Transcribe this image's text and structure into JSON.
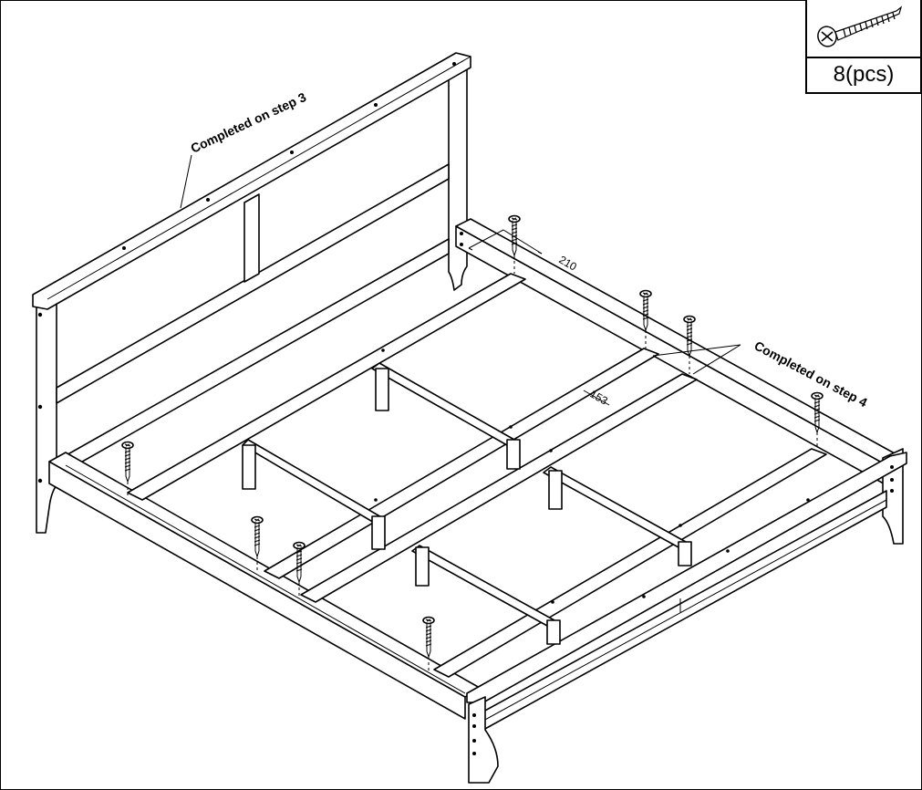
{
  "labels": {
    "headboard_note": "Completed on step 3",
    "rails_note": "Completed on step 4"
  },
  "dimensions": {
    "d1": "210",
    "d2": "153"
  },
  "parts": {
    "icon": "screw-icon",
    "quantity": "8(pcs)"
  }
}
